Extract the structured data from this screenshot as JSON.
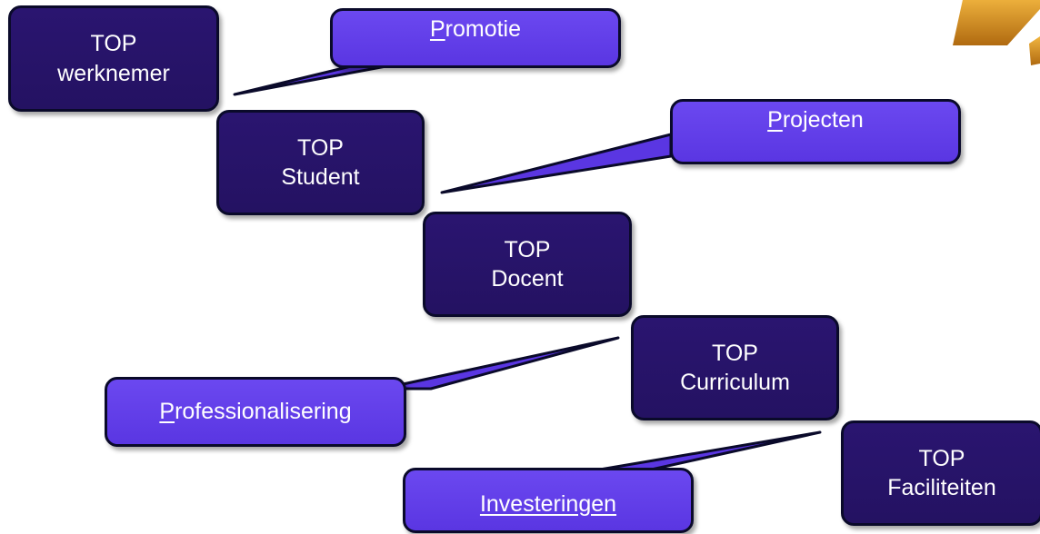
{
  "boxes": [
    {
      "id": "werknemer",
      "line1": "TOP",
      "line2": "werknemer"
    },
    {
      "id": "student",
      "line1": "TOP",
      "line2": "Student"
    },
    {
      "id": "docent",
      "line1": "TOP",
      "line2": "Docent"
    },
    {
      "id": "curriculum",
      "line1": "TOP",
      "line2": "Curriculum"
    },
    {
      "id": "faciliteiten",
      "line1": "TOP",
      "line2": "Faciliteiten"
    }
  ],
  "callouts": [
    {
      "id": "promotie",
      "initial": "P",
      "rest": "romotie"
    },
    {
      "id": "projecten",
      "initial": "P",
      "rest": "rojecten"
    },
    {
      "id": "professionalisering",
      "initial": "P",
      "rest": "rofessionalisering"
    },
    {
      "id": "investeringen",
      "text": "Investeringen"
    }
  ],
  "colors": {
    "box_fill": "#241262",
    "callout_fill": "#5a36e2",
    "border": "#0a0a2a",
    "accent_gold": "#d08a18"
  }
}
